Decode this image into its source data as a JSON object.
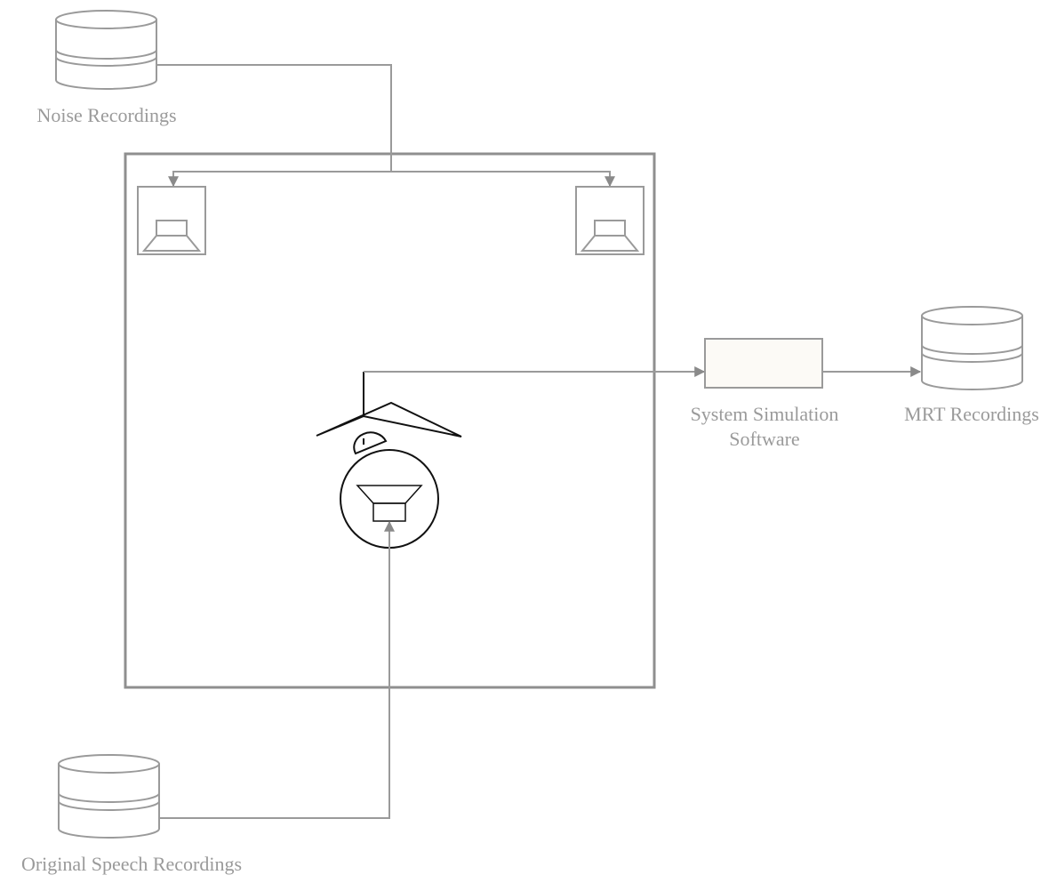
{
  "diagram": {
    "labels": {
      "noise": "Noise Recordings",
      "speech": "Original Speech Recordings",
      "simulation_line1": "System Simulation",
      "simulation_line2": "Software",
      "mrt": "MRT Recordings"
    },
    "colors": {
      "line": "#9a9a9a",
      "room_border": "#8f8f8f",
      "simulation_box_fill": "#fcfaf6",
      "head_and_mic": "#111111"
    },
    "icons": {
      "database": "database-cylinder-icon",
      "loudspeaker": "loudspeaker-icon",
      "microphone": "headset-microphone-icon",
      "mouth_simulator": "mouth-simulator-icon"
    }
  }
}
